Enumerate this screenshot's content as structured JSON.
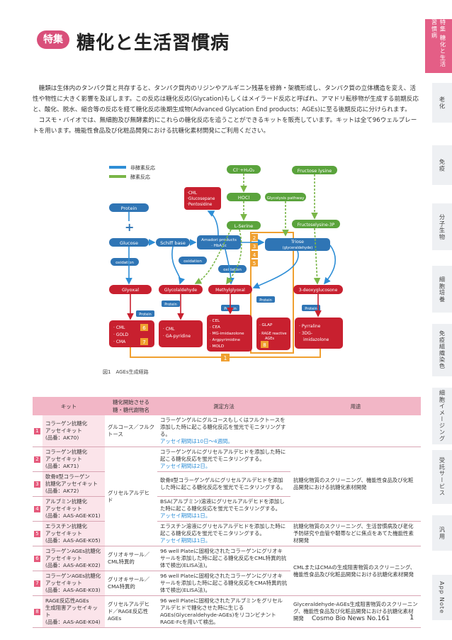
{
  "header": {
    "tag": "特集",
    "title": "糖化と生活習慣病"
  },
  "intro": [
    "糖類は生体内のタンパク質と共存すると、タンパク質内のリジンやアルギニン残基を修飾・架橋形成し、タンパク質の立体構造を変え、活性や物性に大きく影響を及ぼします。この反応は糖化反応(Glycation)もしくはメイラード反応と呼ばれ、アマドリ転移物が生成する前期反応と、酸化、脱水、縮合等の反応を経て糖化反応後期生成物(Advanced Glycation End products：AGEs)に至る後期反応に分けられます。",
    "コスモ・バイオでは、無細胞及び無酵素的にこれらの糖化反応を追うことができるキットを販売しています。キットは全て96ウェルプレートを用います。機能性食品及び化粧品開発における抗糖化素材開発にご利用ください。"
  ],
  "tabs": [
    "特集 糖化と生活習慣病",
    "老化",
    "免疫",
    "分子生物",
    "細胞培養",
    "免疫組織染色",
    "細胞イメージング",
    "受託サービス",
    "汎用",
    "App Note"
  ],
  "diagram": {
    "legend": {
      "nonenzymatic": "非酵素反応",
      "enzymatic": "酵素反応"
    },
    "colors": {
      "nonenzymatic": "#2e8ed6",
      "enzymatic": "#7ab648",
      "red": "#c8202f",
      "blue": "#2f75b5",
      "green": "#5aa33c",
      "orange": "#f0a030"
    },
    "nodes": {
      "cl": "Cl⁻+H₂O₂",
      "fructose_lysine": "Fructose lysine",
      "cml_list": [
        "·CML",
        "·Glucosepane",
        "·Pentosidine"
      ],
      "protein": "Protein",
      "hocl": "HOCl",
      "glycolysis": "Glycolysis pathway",
      "lserine": "L-Serine",
      "fructoselysine3p": "Fructoselysine-3P",
      "glucose": "Glucose",
      "schiff": "Schiff base",
      "amadori": [
        "Amadori products",
        "· HbA1c"
      ],
      "triose": [
        "Triose",
        "(glyceraldehyde)"
      ],
      "oxidation": "oxidation",
      "glyoxal": "Glyoxal",
      "glycolaldehyde": "Glycolaldehyde",
      "methylglyoxal": "Methylglyoxal",
      "deoxyglucosone": "3-deoxyglucosone",
      "plus": "+",
      "box1": [
        "· CML",
        "· GOLD",
        "· CMA"
      ],
      "box2": [
        "· CML",
        "· GA-pyridine"
      ],
      "box3": [
        "· CEL",
        "· CEA",
        "· MG-imidazolone",
        "· Argpyrimidine",
        "· MOLD"
      ],
      "box4": [
        "· GLAP",
        "· RAGE reactive",
        "AGEs"
      ],
      "box5": [
        "· Pyrraline",
        "· 3DG-",
        "imidazolone"
      ],
      "nums": [
        "1",
        "2",
        "3",
        "4",
        "5",
        "6",
        "7",
        "8"
      ]
    }
  },
  "caption": "図1　AGEs生成経路",
  "table": {
    "headers": [
      "キット",
      "糖化開始させる糖・糖代謝物名",
      "測定方法",
      "用途"
    ],
    "rows": [
      {
        "num": "1",
        "kit": [
          "コラーゲン抗糖化",
          "アッセイキット",
          "(品番：AK70)"
        ],
        "sugar": "グルコース／フルクトース",
        "method": [
          "コラーゲンゲルにグルコースもしくはフルクトースを添加した時に起こる糖化反応を蛍光でモニタリングする。"
        ],
        "note": "アッセイ期間は10日〜4週間。",
        "use": ""
      },
      {
        "num": "2",
        "kit": [
          "コラーゲン抗糖化",
          "アッセイキット",
          "(品番：AK71)"
        ],
        "sugar": "",
        "method": [
          "コラーゲンゲルにグリセルアルデヒドを添加した時に起こる糖化反応を蛍光でモニタリングする。"
        ],
        "note": "アッセイ期間は2日。",
        "use": "抗糖化物質のスクリーニング、機能性食品及び化粧品開発における抗糖化素材開発"
      },
      {
        "num": "3",
        "kit": [
          "軟骨Ⅱ型コラーゲン",
          "抗糖化アッセイキット",
          "(品番：AK72)"
        ],
        "sugar": "グリセルアルデヒド",
        "method": [
          "軟骨Ⅱ型コラーゲンゲルにグリセルアルデヒドを添加した時に起こる糖化反応を蛍光でモニタリングする。"
        ],
        "note": "",
        "use": ""
      },
      {
        "num": "4",
        "kit": [
          "アルブミン抗糖化",
          "アッセイキット",
          "(品番：AAS-AGE-K01)"
        ],
        "sugar": "",
        "method": [
          "BSA(アルブミン)溶液にグリセルアルデヒドを添加した時に起こる糖化反応を蛍光でモニタリングする。"
        ],
        "note": "アッセイ期間は1日。",
        "use": ""
      },
      {
        "num": "5",
        "kit": [
          "エラスチン抗糖化",
          "アッセイキット",
          "(品番：AAS-AGE-K05)"
        ],
        "sugar": "",
        "method": [
          "エラスチン溶液にグリセルアルデヒドを添加した時に起こる糖化反応を蛍光でモニタリングする。"
        ],
        "note": "アッセイ期間は1日。",
        "use": "抗糖化物質のスクリーニング、生活習慣病及び老化予防研究や血管や靭帯などに焦点をあてた機能性素材開発"
      },
      {
        "num": "6",
        "kit": [
          "コラーゲンAGEs抗糖化",
          "アッセイキット",
          "(品番：AAS-AGE-K02)"
        ],
        "sugar": "グリオキサール／CML特異的",
        "method": [
          "96 well Plateに固相化されたコラーゲンにグリオキサールを添加した時に起こる糖化反応をCML特異的抗体で検出(ELISA法)。"
        ],
        "note": "",
        "use": "CMLまたはCMAの生成阻害物質のスクリーニング、機能性食品及び化粧品開発における抗糖化素材開発"
      },
      {
        "num": "7",
        "kit": [
          "コラーゲンAGEs抗糖化",
          "アッセイキット",
          "(品番：AAS-AGE-K03)"
        ],
        "sugar": "グリオキサール／CMA特異的",
        "method": [
          "96 well Plateに固相化されたコラーゲンにグリオキサールを添加した時に起こる糖化反応をCMA特異的抗体で検出(ELISA法)。"
        ],
        "note": "",
        "use": ""
      },
      {
        "num": "8",
        "kit": [
          "RAGE反応性AGEs",
          "生成阻害アッセイキット",
          "(品番：AAS-AGE-K04)"
        ],
        "sugar": "グリセルアルデヒド／RAGE反応性AGEs",
        "method": [
          "96 well Plateに固相化されたアルブミンをグリセルアルデヒドで糖化させた時に生じるAGEs(Glyceraldehyde-AGEs)をリコンビナントRAGE-Fcを用いて検出。"
        ],
        "note": "",
        "use": "Glyceraldehyde-AGEs生成阻害物質のスクリーニング、機能性食品及び化粧品開発における抗糖化素材開発"
      }
    ]
  },
  "footer": {
    "brand": "Cosmo Bio News No.161",
    "page": "1"
  }
}
